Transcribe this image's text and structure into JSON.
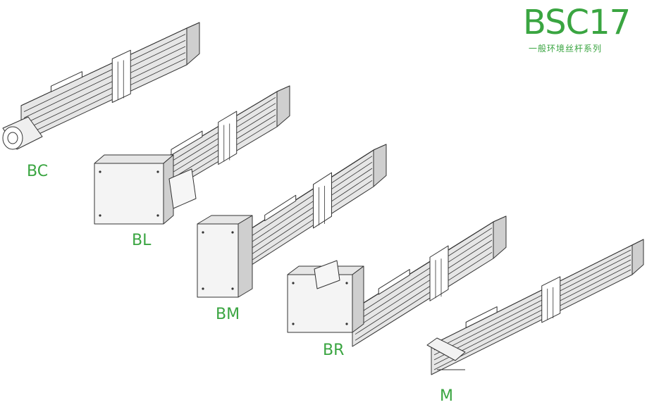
{
  "header": {
    "title": "BSC17",
    "subtitle": "一般环境丝杆系列"
  },
  "colors": {
    "accent": "#3aa541",
    "line": "#333333",
    "face_light": "#f4f4f4",
    "face_mid": "#e6e6e6",
    "face_dark": "#cfcfcf"
  },
  "modules": [
    {
      "label": "BC",
      "icon": "linear-actuator-with-direct-motor-icon"
    },
    {
      "label": "BL",
      "icon": "linear-actuator-left-folded-motor-icon"
    },
    {
      "label": "BM",
      "icon": "linear-actuator-motor-cover-icon"
    },
    {
      "label": "BR",
      "icon": "linear-actuator-right-folded-motor-icon"
    },
    {
      "label": "M",
      "icon": "linear-actuator-bare-module-icon"
    }
  ]
}
